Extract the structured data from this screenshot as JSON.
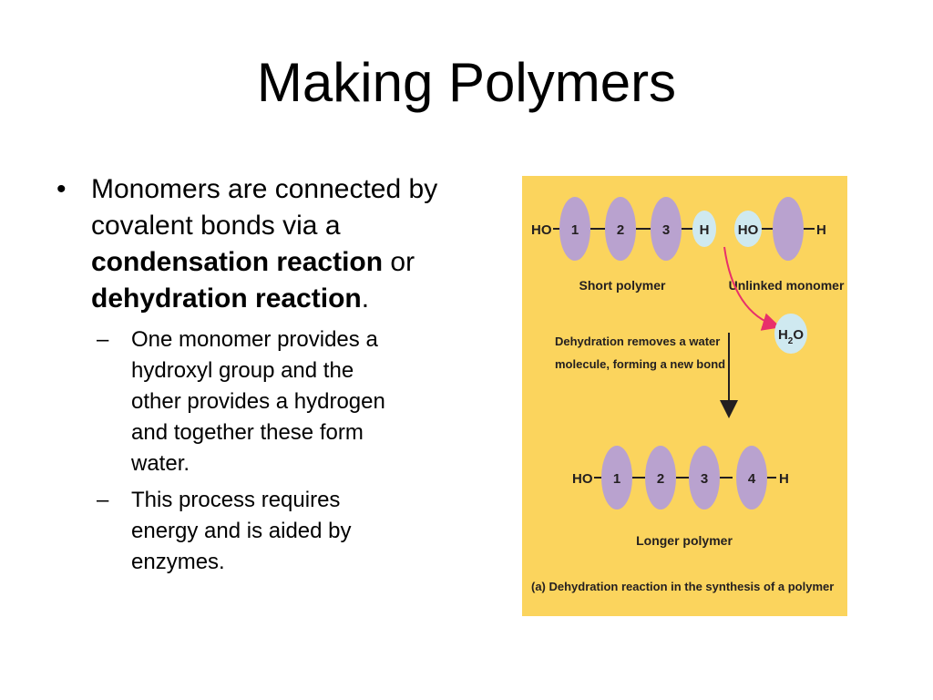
{
  "slide": {
    "title": "Making Polymers"
  },
  "bullet": {
    "mark": "•",
    "text_1": "Monomers are connected by covalent bonds via a ",
    "bold_1": "condensation reaction",
    "text_2": " or ",
    "bold_2": "dehydration reaction",
    "text_3": "."
  },
  "sub_bullets": [
    {
      "mark": "–",
      "text": "One monomer provides a hydroxyl group and the other provides a hydrogen and together these form water."
    },
    {
      "mark": "–",
      "text": "This process requires energy and is aided by enzymes."
    }
  ],
  "figure": {
    "colors": {
      "background": "#fbd45d",
      "monomer": "#b9a2cf",
      "hydrogen": "#cfe9f0",
      "arrow_red": "#e8306b"
    },
    "top_chain": {
      "left_group": "HO",
      "monomers": [
        "1",
        "2",
        "3"
      ],
      "h": "H",
      "unlinked_left": "HO",
      "unlinked_right": "H"
    },
    "labels": {
      "short_polymer": "Short polymer",
      "unlinked_monomer": "Unlinked monomer",
      "water_h": "H",
      "water_sub": "2",
      "water_o": "O",
      "dehydration_line1": "Dehydration removes a water",
      "dehydration_line2": "molecule, forming a new bond",
      "longer_polymer": "Longer polymer",
      "caption": "(a) Dehydration reaction in the synthesis of a polymer"
    },
    "bottom_chain": {
      "left_group": "HO",
      "monomers": [
        "1",
        "2",
        "3",
        "4"
      ],
      "right_group": "H"
    }
  }
}
